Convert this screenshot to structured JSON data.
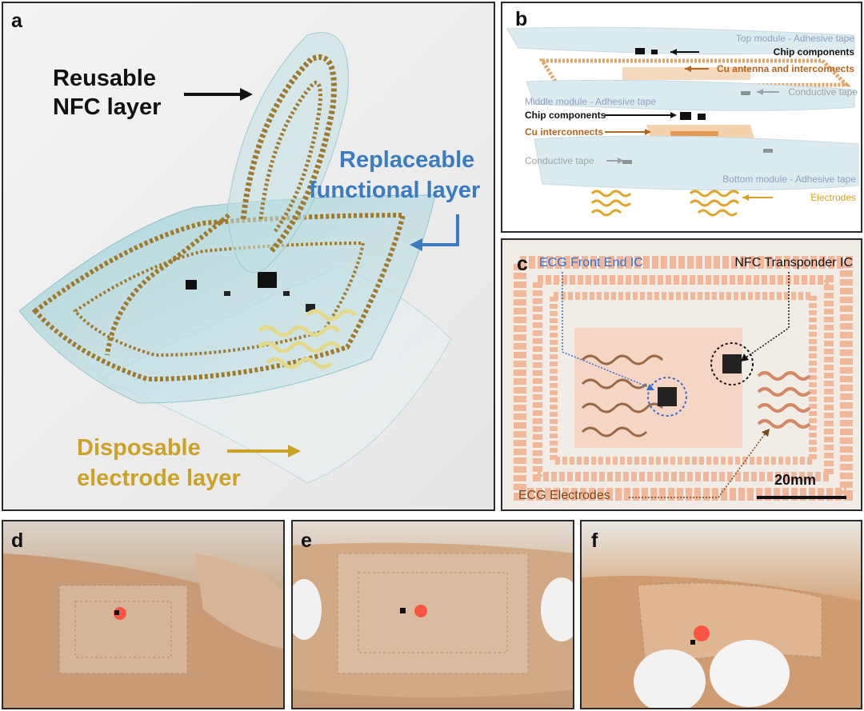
{
  "figure": {
    "panels": {
      "a": {
        "label": "a",
        "reusable": [
          "Reusable",
          "NFC layer"
        ],
        "replaceable": [
          "Replaceable",
          "functional layer"
        ],
        "disposable": [
          "Disposable",
          "electrode layer"
        ],
        "colors": {
          "reusable": "#111111",
          "replaceable": "#3b7bbf",
          "disposable": "#c9a227"
        }
      },
      "b": {
        "label": "b",
        "top_module": "Top module - Adhesive tape",
        "chip_components_top": "Chip components",
        "cu_antenna": "Cu antenna and interconnects",
        "conductive_tape_right": "Conductive tape",
        "middle_module": "Middle module - Adhesive tape",
        "chip_components_mid": "Chip components",
        "cu_interconnects": "Cu interconnects",
        "conductive_tape_left": "Conductive tape",
        "bottom_module": "Bottom module - Adhesive tape",
        "electrodes": "Electrodes",
        "colors": {
          "module": "#8f9fc4",
          "copper": "#b5651d",
          "chip": "#111111",
          "tape": "#9aa3ad",
          "electrode": "#d9a020"
        }
      },
      "c": {
        "label": "c",
        "ecg_ic": "ECG Front End IC",
        "nfc_ic": "NFC Transponder IC",
        "ecg_electrodes": "ECG Electrodes",
        "scale": "20mm",
        "colors": {
          "ecg_ic": "#2f6fd0",
          "nfc_ic": "#111111",
          "electrodes": "#7a4a1e"
        }
      },
      "d": {
        "label": "d"
      },
      "e": {
        "label": "e"
      },
      "f": {
        "label": "f"
      }
    }
  }
}
